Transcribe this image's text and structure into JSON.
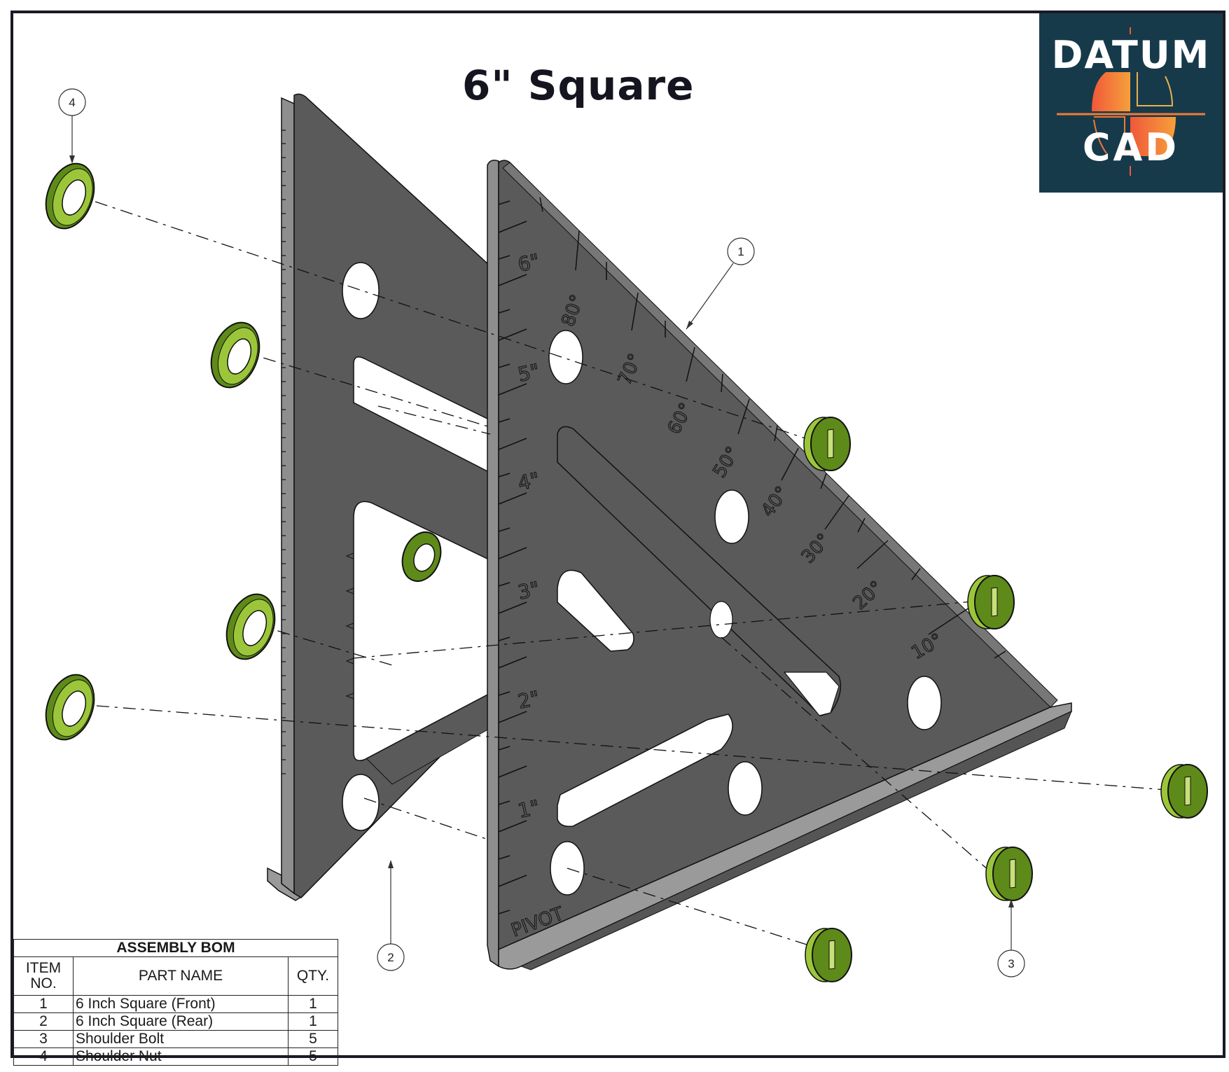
{
  "drawing": {
    "title": "6\" Square",
    "logo": {
      "line1": "DATUM",
      "line2": "CAD",
      "bg_color": "#173a4a",
      "accent_colors": [
        "#f0583a",
        "#f6a03a"
      ]
    },
    "colors": {
      "plate": "#5a5a5a",
      "plate_edge": "#8e8e8e",
      "hardware": "#5e8a1a",
      "hardware_light": "#9cc63a",
      "line": "#111111"
    },
    "balloons": [
      {
        "id": "1",
        "label": "1"
      },
      {
        "id": "2",
        "label": "2"
      },
      {
        "id": "3",
        "label": "3"
      },
      {
        "id": "4",
        "label": "4"
      }
    ],
    "scale_marks": {
      "inches": [
        "6\"",
        "5\"",
        "4\"",
        "3\"",
        "2\"",
        "1\""
      ],
      "degrees": [
        "80°",
        "70°",
        "60°",
        "50°",
        "40°",
        "30°",
        "20°",
        "10°"
      ],
      "pivot": "PIVOT"
    }
  },
  "bom": {
    "caption": "ASSEMBLY BOM",
    "headers": {
      "item": "ITEM NO.",
      "part": "PART NAME",
      "qty": "QTY."
    },
    "rows": [
      {
        "item": "1",
        "part": "6 Inch Square (Front)",
        "qty": "1"
      },
      {
        "item": "2",
        "part": "6 Inch Square (Rear)",
        "qty": "1"
      },
      {
        "item": "3",
        "part": "Shoulder Bolt",
        "qty": "5"
      },
      {
        "item": "4",
        "part": "Shoulder Nut",
        "qty": "5"
      }
    ]
  }
}
